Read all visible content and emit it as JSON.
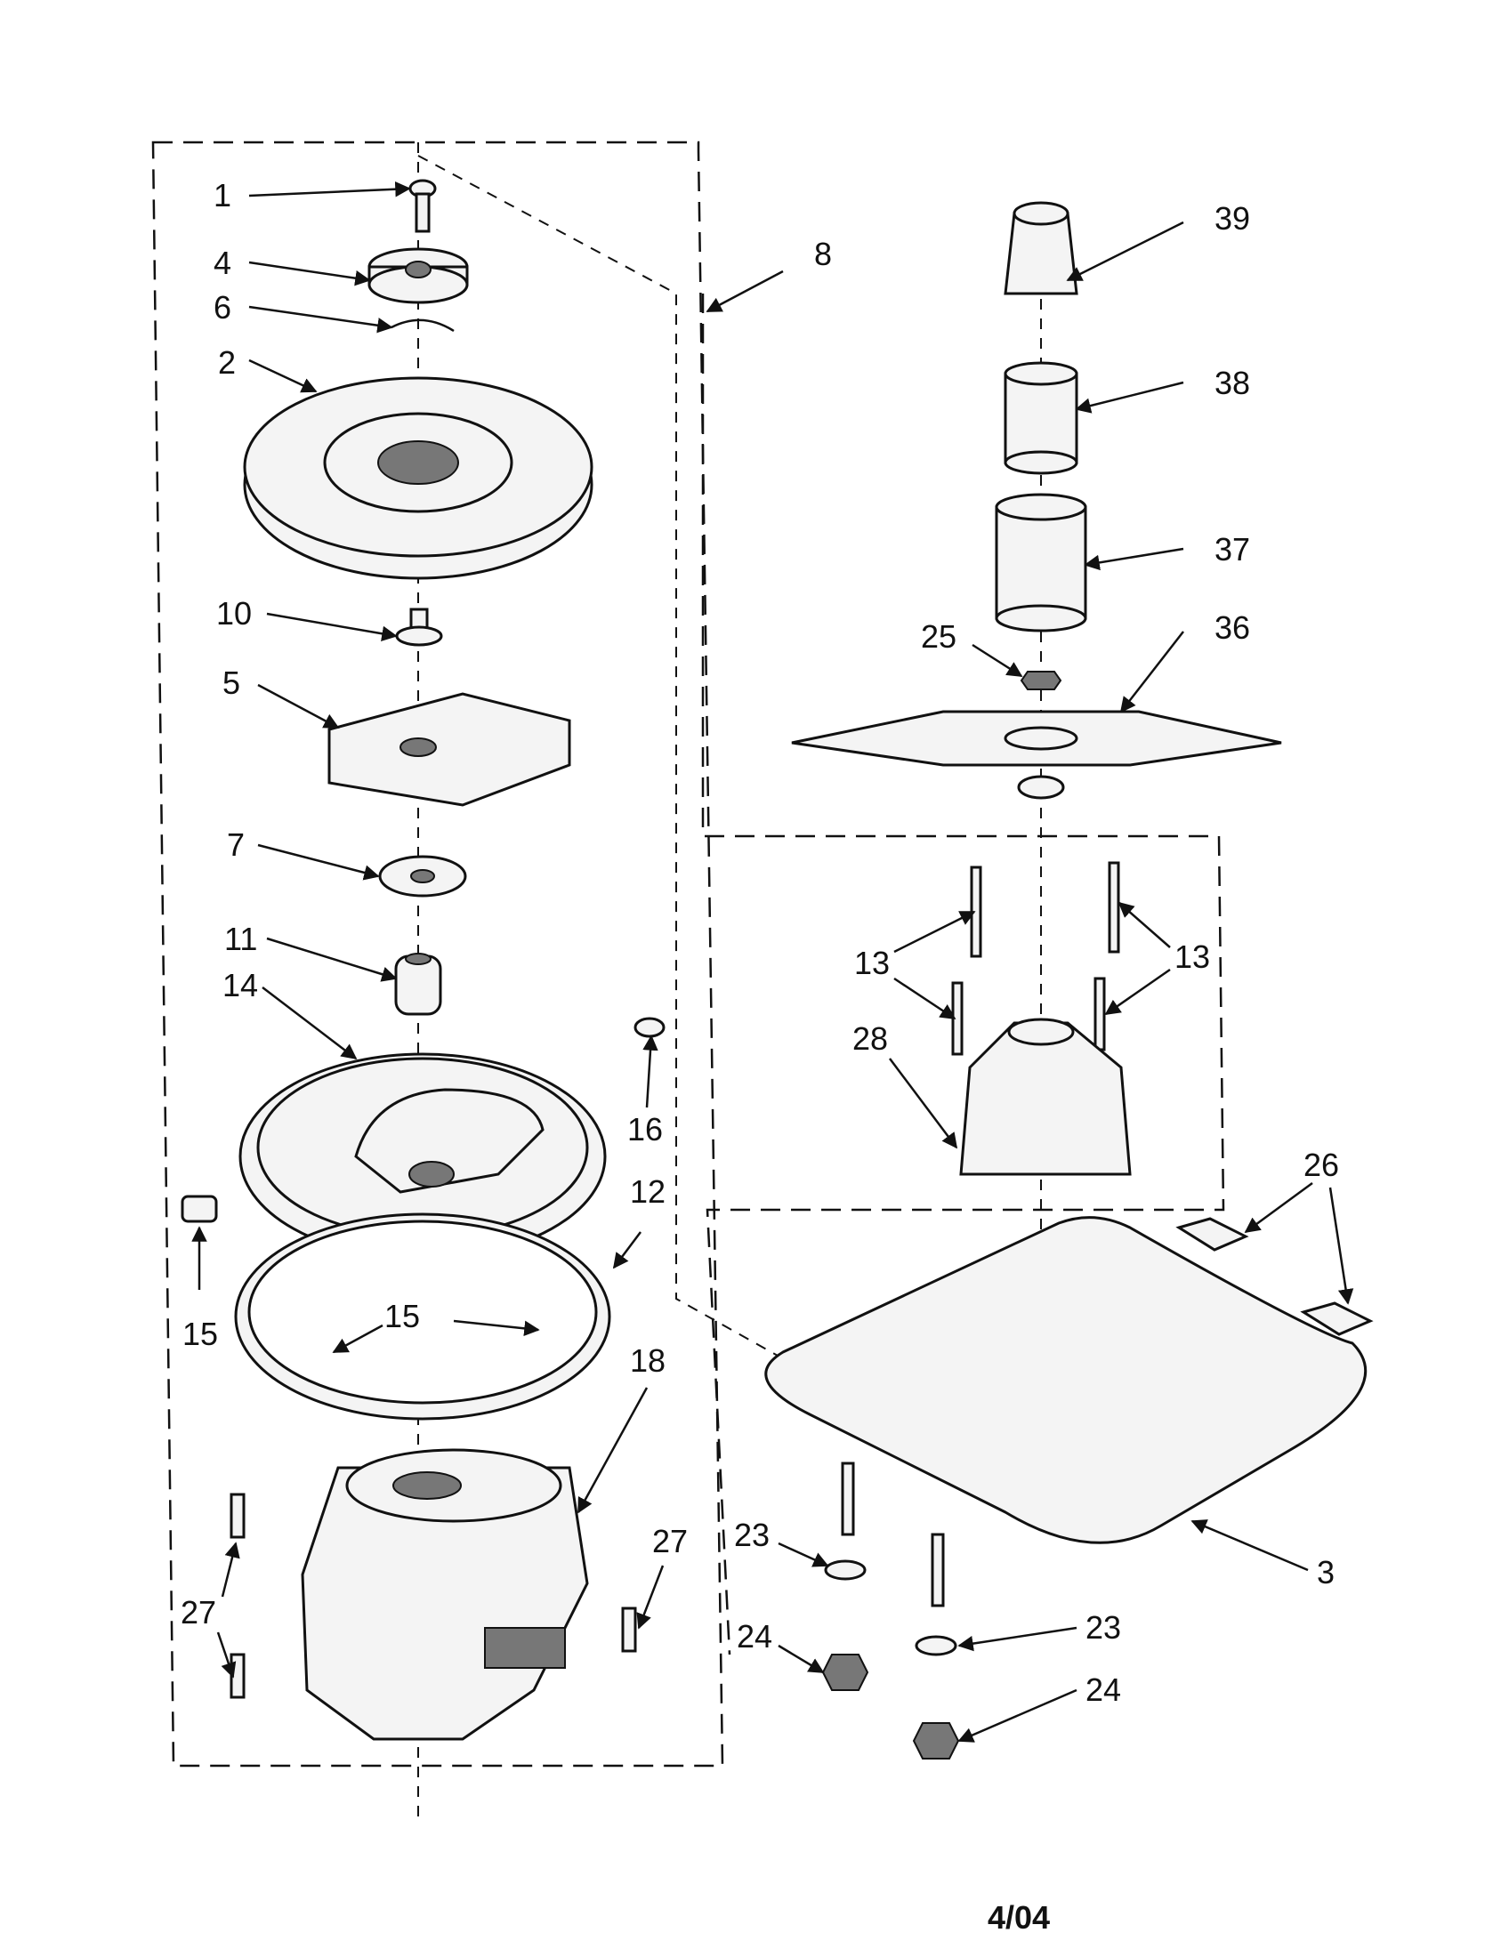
{
  "parts": [
    {
      "key": "p1",
      "label": "1"
    },
    {
      "key": "p4",
      "label": "4"
    },
    {
      "key": "p6",
      "label": "6"
    },
    {
      "key": "p2",
      "label": "2"
    },
    {
      "key": "p10",
      "label": "10"
    },
    {
      "key": "p5",
      "label": "5"
    },
    {
      "key": "p7",
      "label": "7"
    },
    {
      "key": "p11",
      "label": "11"
    },
    {
      "key": "p14",
      "label": "14"
    },
    {
      "key": "p16",
      "label": "16"
    },
    {
      "key": "p15a",
      "label": "15"
    },
    {
      "key": "p15b",
      "label": "15"
    },
    {
      "key": "p12",
      "label": "12"
    },
    {
      "key": "p18",
      "label": "18"
    },
    {
      "key": "p27a",
      "label": "27"
    },
    {
      "key": "p27b",
      "label": "27"
    },
    {
      "key": "p8",
      "label": "8"
    },
    {
      "key": "p39",
      "label": "39"
    },
    {
      "key": "p38",
      "label": "38"
    },
    {
      "key": "p37",
      "label": "37"
    },
    {
      "key": "p25",
      "label": "25"
    },
    {
      "key": "p36",
      "label": "36"
    },
    {
      "key": "p13a",
      "label": "13"
    },
    {
      "key": "p13b",
      "label": "13"
    },
    {
      "key": "p28",
      "label": "28"
    },
    {
      "key": "p26",
      "label": "26"
    },
    {
      "key": "p23a",
      "label": "23"
    },
    {
      "key": "p24a",
      "label": "24"
    },
    {
      "key": "p23b",
      "label": "23"
    },
    {
      "key": "p24b",
      "label": "24"
    },
    {
      "key": "p3",
      "label": "3"
    }
  ],
  "footer": {
    "date": "4/04"
  }
}
